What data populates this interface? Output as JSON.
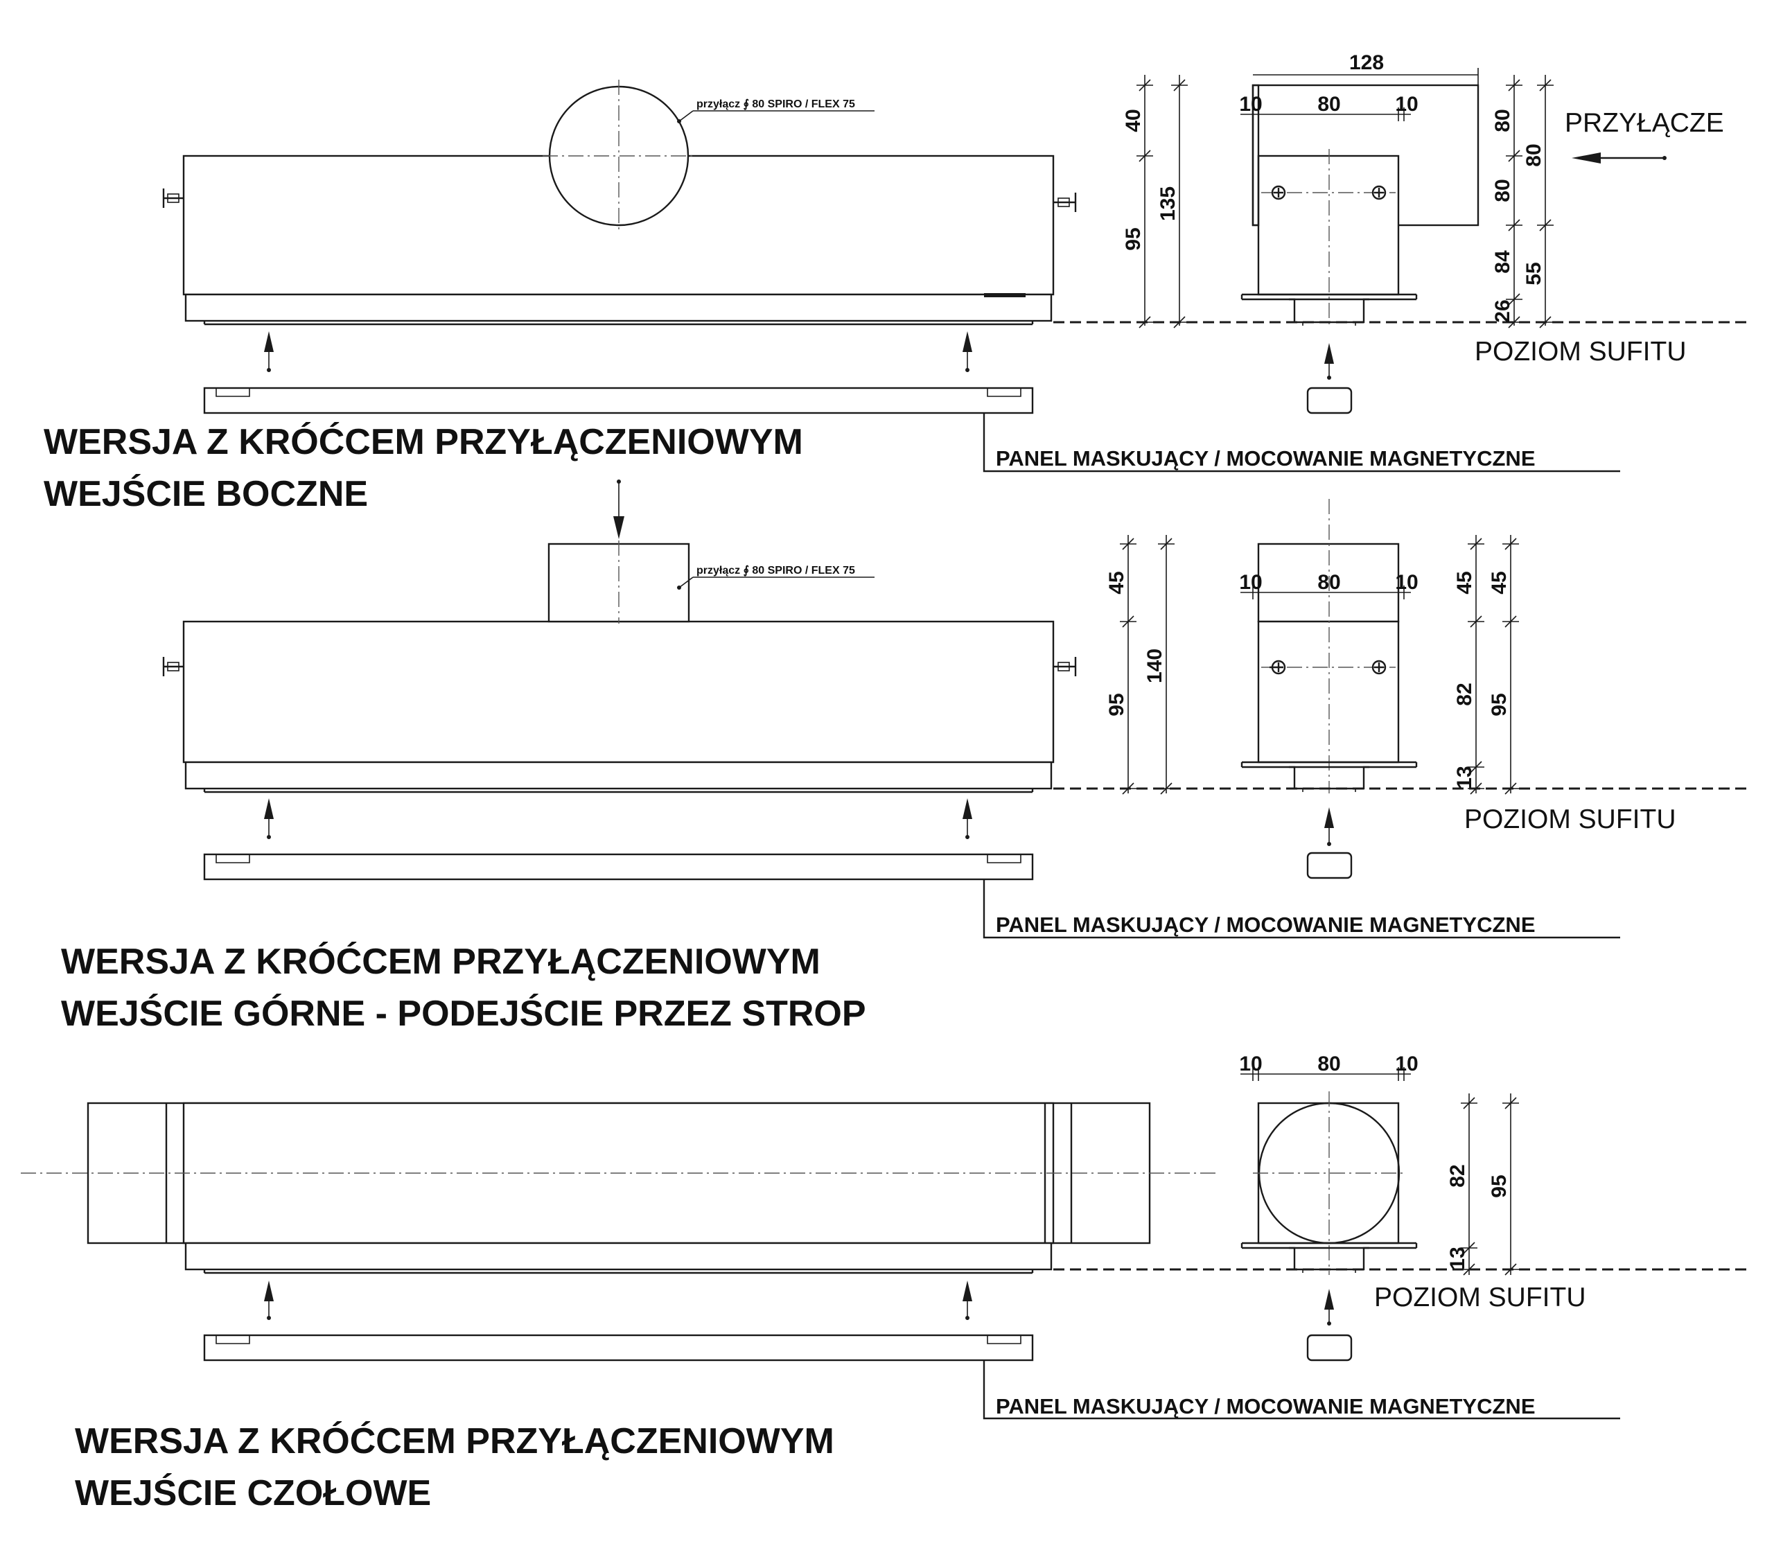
{
  "labels": {
    "connector_note": "przyłącz ∮ 80 SPIRO / FLEX 75",
    "ceiling_level": "POZIOM SUFITU",
    "connection": "PRZYŁĄCZE",
    "masking_panel": "PANEL MASKUJĄCY / MOCOWANIE MAGNETYCZNE"
  },
  "sections": [
    {
      "title_line1": "WERSJA Z KRÓĆCEM PRZYŁĄCZENIOWYM",
      "title_line2": "WEJŚCIE BOCZNE",
      "dims": {
        "side_upper": "40",
        "side_lower": "95",
        "side_total": "135",
        "top_width": "128",
        "left_margin": "10",
        "middle": "80",
        "right_margin": "10",
        "right_a": "80",
        "right_b": "80",
        "right_c": "84",
        "right_d": "55",
        "right_e": "26"
      }
    },
    {
      "title_line1": "WERSJA Z KRÓĆCEM PRZYŁĄCZENIOWYM",
      "title_line2": "WEJŚCIE GÓRNE - PODEJŚCIE PRZEZ STROP",
      "dims": {
        "side_upper": "45",
        "side_lower": "95",
        "side_total": "140",
        "left_margin": "10",
        "middle": "80",
        "right_margin": "10",
        "right_a": "45",
        "right_b": "45",
        "right_c": "82",
        "right_d": "95",
        "right_e": "13"
      }
    },
    {
      "title_line1": "WERSJA Z KRÓĆCEM PRZYŁĄCZENIOWYM",
      "title_line2": "WEJŚCIE  CZOŁOWE",
      "dims": {
        "left_margin": "10",
        "middle": "80",
        "right_margin": "10",
        "right_c": "82",
        "right_d": "95",
        "right_e": "13"
      }
    }
  ]
}
